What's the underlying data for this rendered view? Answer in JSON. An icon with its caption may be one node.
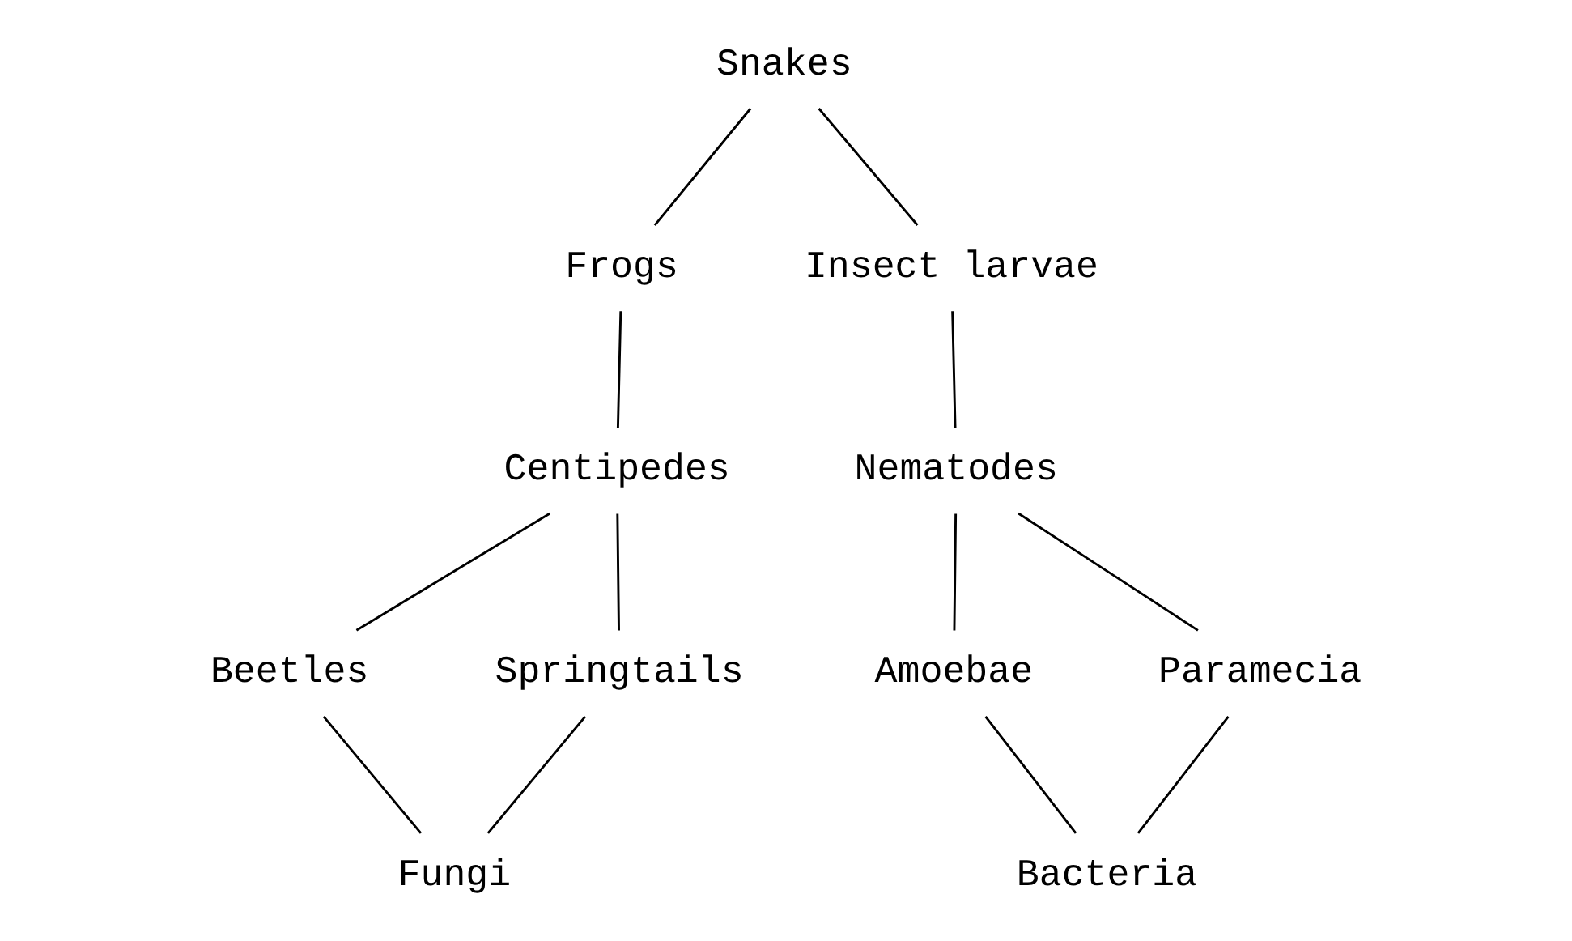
{
  "diagram": {
    "nodes": [
      {
        "text": [
          "Snakes"
        ]
      },
      {
        "text": [
          "Frogs"
        ]
      },
      {
        "text": [
          "Insect larvae"
        ]
      },
      {
        "text": [
          "Centipedes"
        ]
      },
      {
        "text": [
          "Nematodes"
        ]
      },
      {
        "text": [
          "Beetles"
        ]
      },
      {
        "text": [
          "Springtails"
        ]
      },
      {
        "text": [
          "Amoebae"
        ]
      },
      {
        "text": [
          "Paramecia"
        ]
      },
      {
        "text": [
          "Fungi"
        ]
      },
      {
        "text": [
          "Bacteria"
        ]
      }
    ],
    "edges": [
      {
        "from": 0,
        "to": 1,
        "arrow": "none"
      },
      {
        "from": 0,
        "to": 2,
        "arrow": "none"
      },
      {
        "from": 1,
        "to": 3,
        "arrow": "none"
      },
      {
        "from": 2,
        "to": 4,
        "arrow": "none"
      },
      {
        "from": 3,
        "to": 5,
        "arrow": "none"
      },
      {
        "from": 3,
        "to": 6,
        "arrow": "none"
      },
      {
        "from": 4,
        "to": 7,
        "arrow": "none"
      },
      {
        "from": 4,
        "to": 8,
        "arrow": "none"
      },
      {
        "from": 5,
        "to": 9,
        "arrow": "none"
      },
      {
        "from": 6,
        "to": 9,
        "arrow": "none"
      },
      {
        "from": 7,
        "to": 10,
        "arrow": "none"
      },
      {
        "from": 8,
        "to": 10,
        "arrow": "none"
      }
    ]
  }
}
